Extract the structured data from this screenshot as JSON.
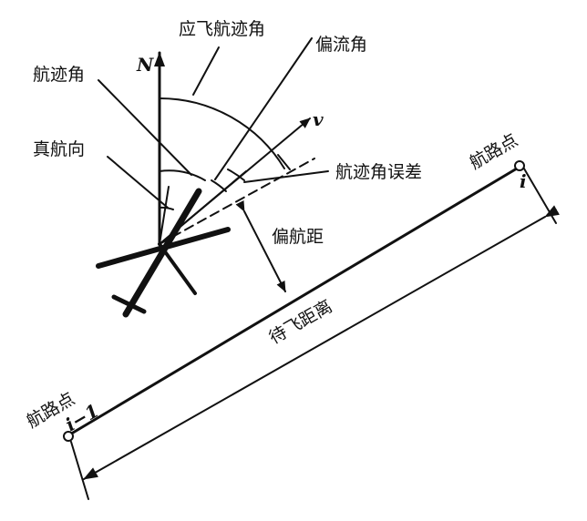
{
  "labels": {
    "required_track_angle": "应飞航迹角",
    "drift_angle": "偏流角",
    "track_angle": "航迹角",
    "true_heading": "真航向",
    "track_angle_error": "航迹角误差",
    "cross_track_distance": "偏航距",
    "distance_to_go": "待飞距离",
    "waypoint_next": "航路点",
    "waypoint_prev": "航路点",
    "north": "N",
    "velocity": "v",
    "index_next": "i",
    "index_prev": "i−1"
  }
}
